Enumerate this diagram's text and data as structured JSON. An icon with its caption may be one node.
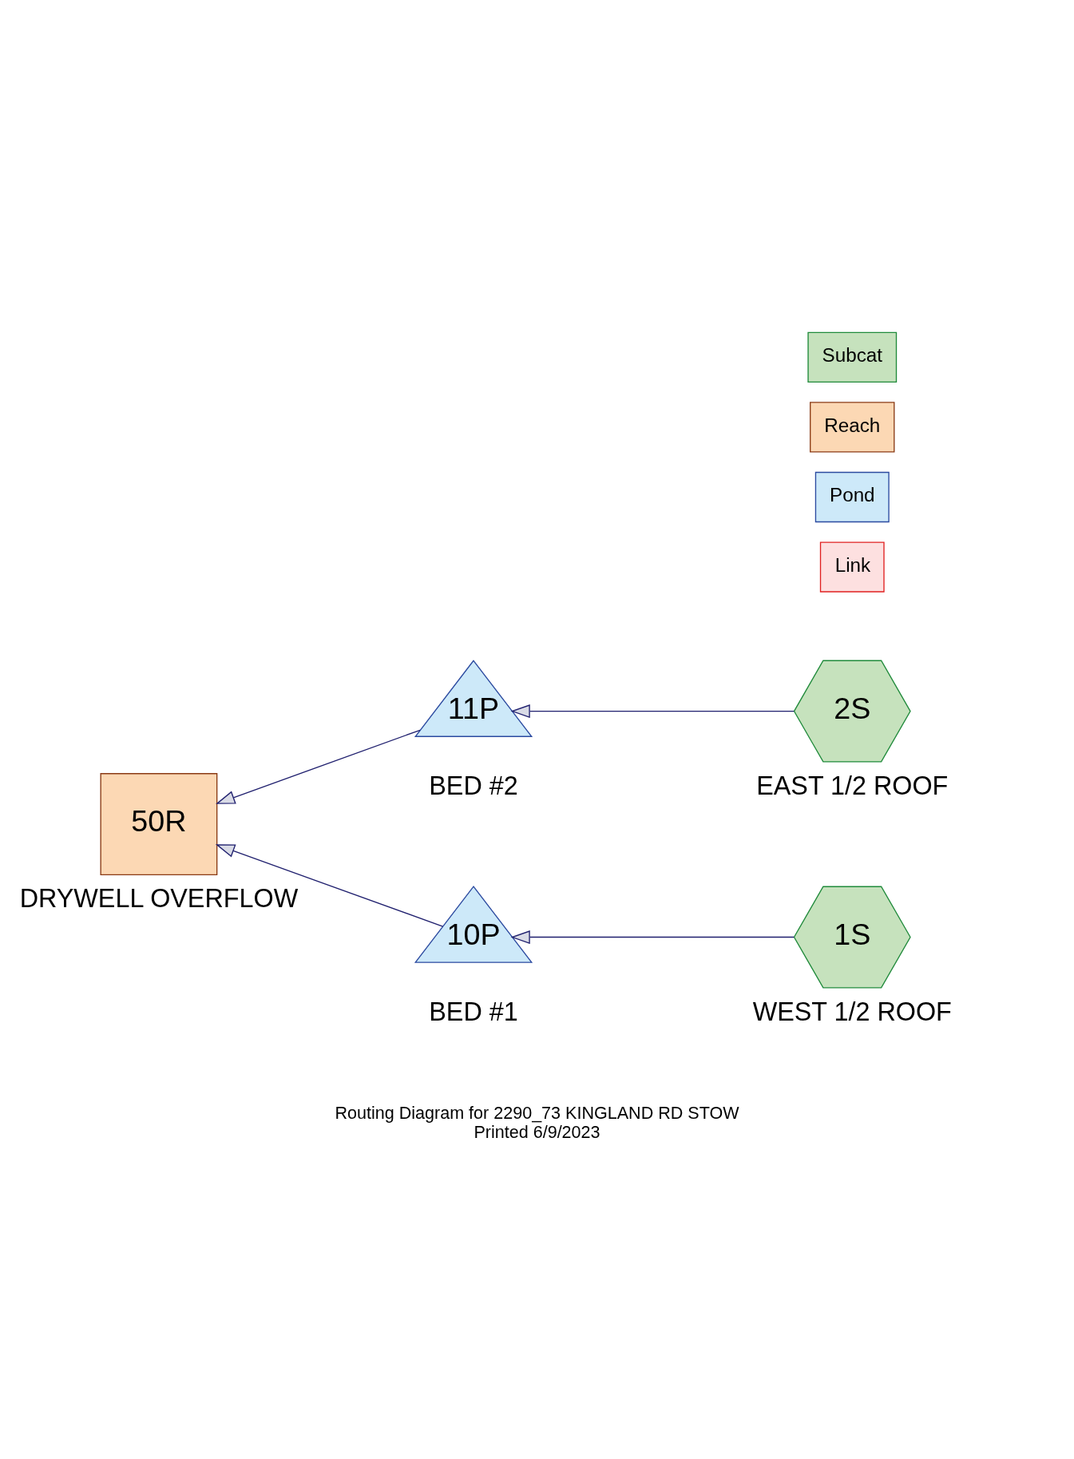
{
  "diagram": {
    "title": "Routing Diagram for 2290_73 KINGLAND RD STOW",
    "caption": "Printed 6/9/2023",
    "nodes": [
      {
        "text": [
          "10P"
        ],
        "beside": [
          "BED #1"
        ]
      },
      {
        "text": [
          "1S"
        ],
        "beside": [
          "WEST 1/2 ROOF"
        ]
      },
      {
        "text": [
          "50R"
        ],
        "beside": [
          "DRYWELL OVERFLOW"
        ]
      },
      {
        "text": [
          "11P"
        ],
        "beside": [
          "BED #2"
        ]
      },
      {
        "text": [
          "2S"
        ],
        "beside": [
          "EAST 1/2 ROOF"
        ]
      }
    ],
    "edges": [
      {
        "from": 1,
        "to": 0,
        "arrow": "to"
      },
      {
        "from": 0,
        "to": 2,
        "arrow": "to"
      },
      {
        "from": 4,
        "to": 3,
        "arrow": "to"
      },
      {
        "from": 3,
        "to": 2,
        "arrow": "to"
      }
    ],
    "legend": [
      {
        "text": "Subcat"
      },
      {
        "text": "Reach"
      },
      {
        "text": "Pond"
      },
      {
        "text": "Link"
      }
    ]
  }
}
